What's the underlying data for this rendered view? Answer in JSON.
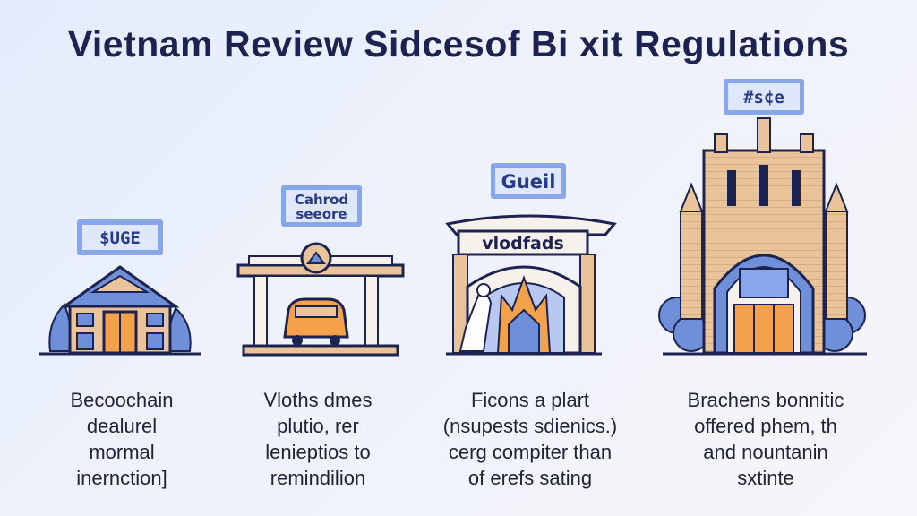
{
  "title": "Vietnam Review Sidcesof Bi xit Regulations",
  "colors": {
    "navy": "#1d2350",
    "tan": "#e9c39a",
    "blue": "#6f8fd8",
    "sign": "#8aa6ea"
  },
  "cards": [
    {
      "sign_lines": [
        "$UGE"
      ],
      "facade_text": "",
      "caption_lines": [
        "Becoochain",
        "dealurel",
        "mormal",
        "inernction]"
      ]
    },
    {
      "sign_lines": [
        "Cahrod",
        "seeore"
      ],
      "facade_text": "",
      "caption_lines": [
        "Vloths dmes",
        "plutio, rer",
        "lenieptios to",
        "remindilion"
      ]
    },
    {
      "sign_lines": [
        "Gueil"
      ],
      "facade_text": "vlodfads",
      "caption_lines": [
        "Ficons a plart",
        "(nsupests sdienics.)",
        "cerg compiter than",
        "of erefs sating"
      ]
    },
    {
      "sign_lines": [
        "#s¢e"
      ],
      "facade_text": "",
      "caption_lines": [
        "Brachens bonnitic",
        "offered phem, th",
        "and nountanin",
        "sxtinte"
      ]
    }
  ]
}
